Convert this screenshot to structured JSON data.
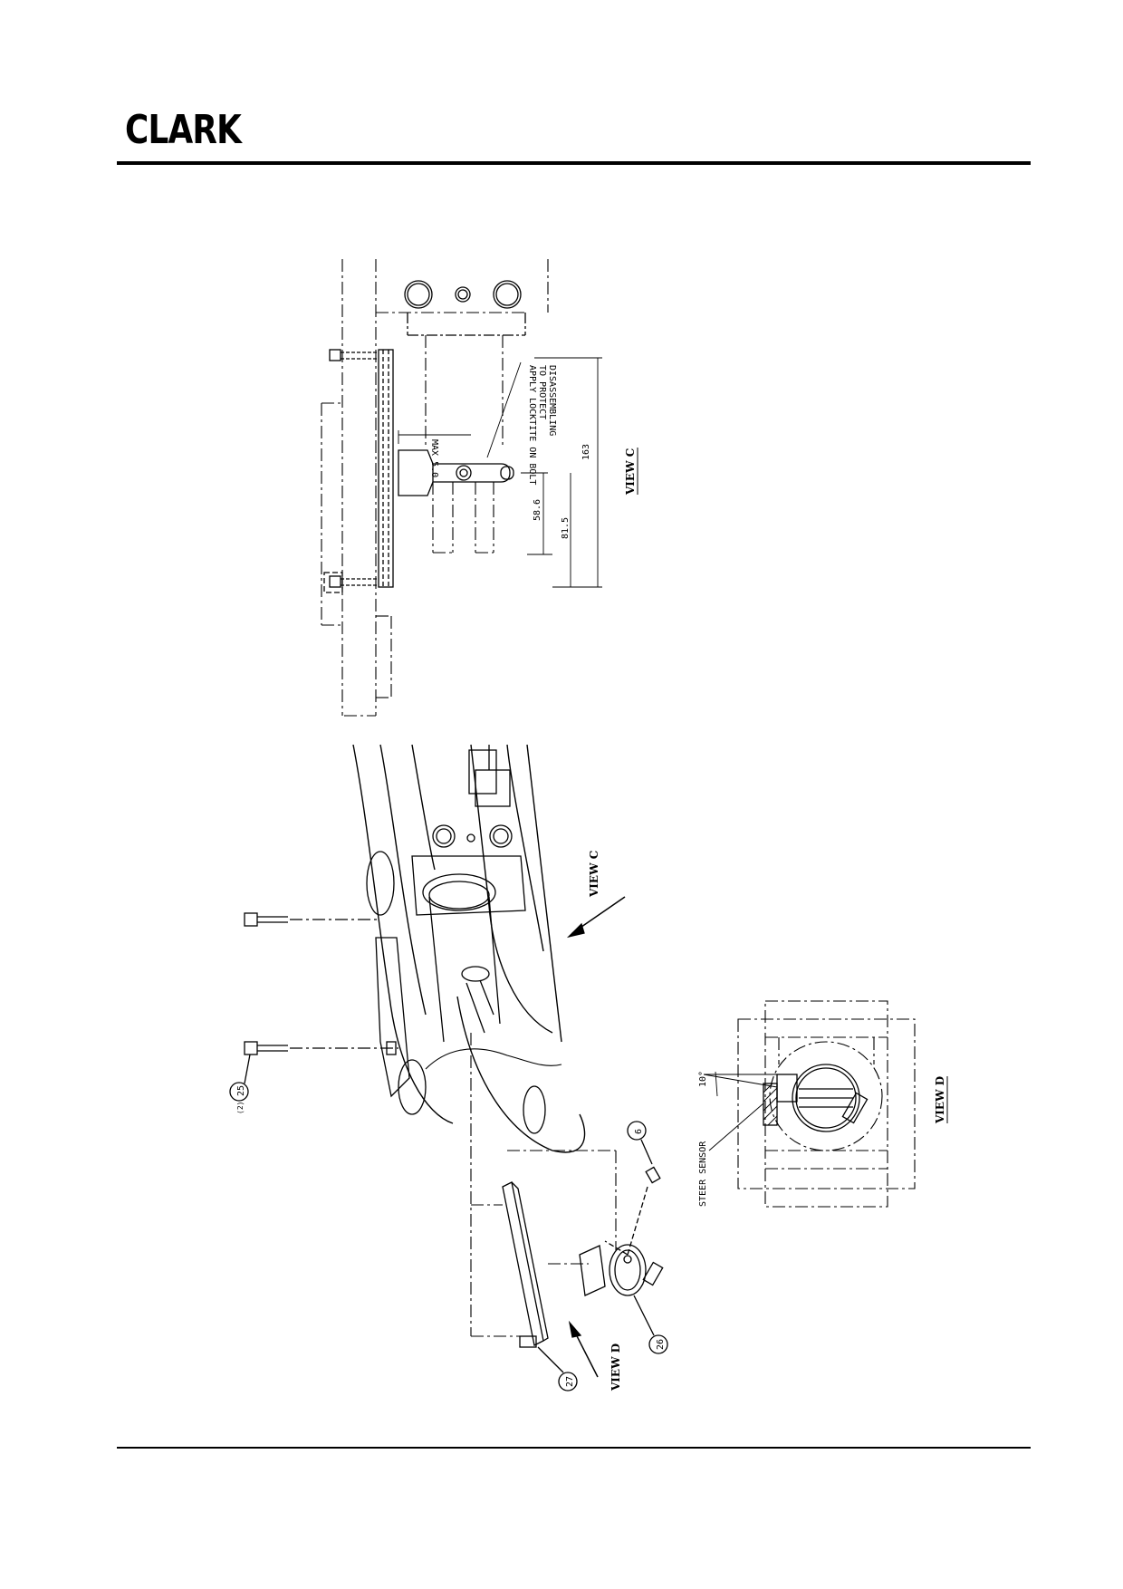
{
  "header": {
    "logo_text": "CLARK"
  },
  "view_c": {
    "title": "VIEW C",
    "note_line1": "APPLY LOCKTITE ON BOLT",
    "note_line2": "TO PROTECT",
    "note_line3": "DISASSEMBLING",
    "max_dim": "MAX 5.0",
    "dim_163": "163",
    "dim_81_5": "81.5",
    "dim_58_6": "58.6"
  },
  "main_view": {
    "arrow_c_label": "VIEW C",
    "arrow_d_label": "VIEW D",
    "callout_25": "25",
    "callout_25_qty": "(2)",
    "callout_6": "6",
    "callout_26": "26",
    "callout_27": "27"
  },
  "view_d": {
    "title": "VIEW D",
    "angle": "10°",
    "sensor_label": "STEER SENSOR"
  }
}
